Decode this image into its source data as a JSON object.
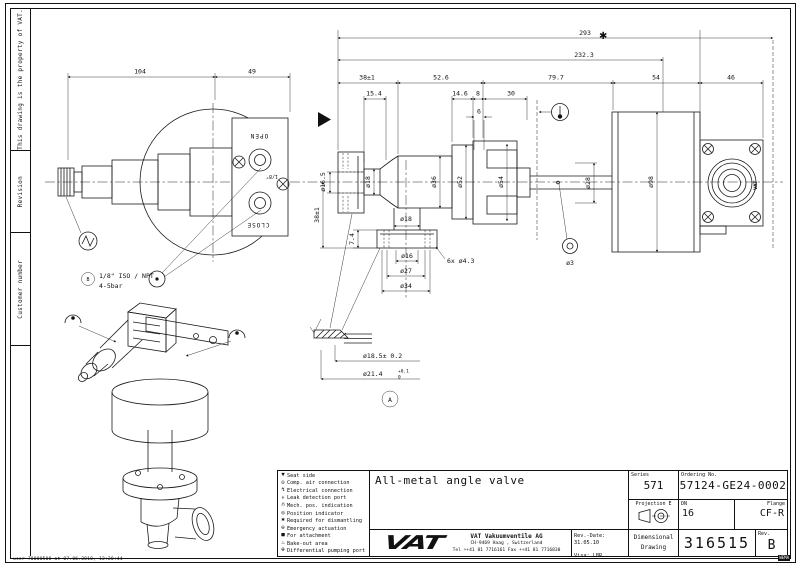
{
  "sheet": {
    "property_note": "This drawing is the property of VAT.",
    "revision_label": "Revision",
    "customer_label": "Customer number",
    "print_footer": "user 70000508 at 07.06.2010, 12:20:44",
    "form_mark": "WEMA"
  },
  "legend": {
    "items": [
      {
        "icon": "seat-side-icon",
        "glyph": "▼",
        "label": "Seat side"
      },
      {
        "icon": "comp-air-icon",
        "glyph": "⊙",
        "label": "Comp. air connection"
      },
      {
        "icon": "electrical-icon",
        "glyph": "↯",
        "label": "Electrical connection"
      },
      {
        "icon": "leak-detection-icon",
        "glyph": "✳",
        "label": "Leak detection port"
      },
      {
        "icon": "mech-pos-icon",
        "glyph": "∩",
        "label": "Mech. pos. indication"
      },
      {
        "icon": "position-indicator-icon",
        "glyph": "◎",
        "label": "Position indicator"
      },
      {
        "icon": "dismantling-icon",
        "glyph": "✱",
        "label": "Required for dismantling"
      },
      {
        "icon": "emergency-icon",
        "glyph": "⊖",
        "label": "Emergency actuation"
      },
      {
        "icon": "attachment-icon",
        "glyph": "■",
        "label": "For attachment"
      },
      {
        "icon": "bake-out-icon",
        "glyph": "♨",
        "label": "Bake-out area"
      },
      {
        "icon": "diff-pumping-icon",
        "glyph": "⊕",
        "label": "Differential pumping port"
      }
    ]
  },
  "title_block": {
    "title": "All-metal angle valve",
    "series_label": "Series",
    "series_value": "571",
    "ordering_label": "Ordering No.",
    "ordering_value": "57124-GE24-0002",
    "projection_label": "Projection E",
    "dn_label": "DN",
    "dn_value": "16",
    "flange_label": "Flange",
    "flange_value": "CF-R",
    "rev_date": "Rev.-Date: 31.05.10",
    "visa": "Visa: LBR",
    "doc_type_line1": "Dimensional",
    "doc_type_line2": "Drawing",
    "drawing_number": "316515",
    "rev_label": "Rev.",
    "rev_value": "B",
    "company": {
      "logo_text": "VAT",
      "name": "VAT Vakuumventile AG",
      "address": "CH-9469 Haag , Switzerland",
      "phone": "Tel ++41 81 7716161 Fax ++41 81 7716830"
    }
  },
  "drawing": {
    "side_view": {
      "open": "OPEN",
      "close": "CLOSE",
      "port": "1/8\"",
      "note_b_badge": "B",
      "note_b_line1": "1/8\" ISO / NPT",
      "note_b_line2": "4-5bar"
    },
    "symbols": {
      "dismantle_star": "✱",
      "detail_a": "A",
      "vat_mark": "VAT"
    },
    "dims": {
      "total_with_dismantle": "293",
      "total_length": "232.3",
      "d38_top": "38±1",
      "d52_6": "52.6",
      "d79_7": "79.7",
      "d54": "54",
      "d46": "46",
      "d104": "104",
      "d49": "49",
      "d15_4": "15.4",
      "d14_6": "14.6",
      "d8": "8",
      "d30": "30",
      "d6": "6",
      "dia16_5": "ø16.5",
      "dia18_tube": "ø18",
      "dia36": "ø36",
      "dia52": "ø52",
      "dia54": "ø54",
      "dia28": "ø28",
      "dia98": "ø98",
      "dia18_branch": "ø18",
      "dia16": "ø16",
      "dia27": "ø27",
      "dia34": "ø34",
      "holes": "6x ø4.3",
      "d7_4": "7.4",
      "d38_side": "38±1",
      "dia3": "ø3",
      "seal1": "ø18.5± 0.2",
      "seal2": "ø21.4",
      "seal2_tol_top": "+0.1",
      "seal2_tol_bot": "0"
    }
  }
}
